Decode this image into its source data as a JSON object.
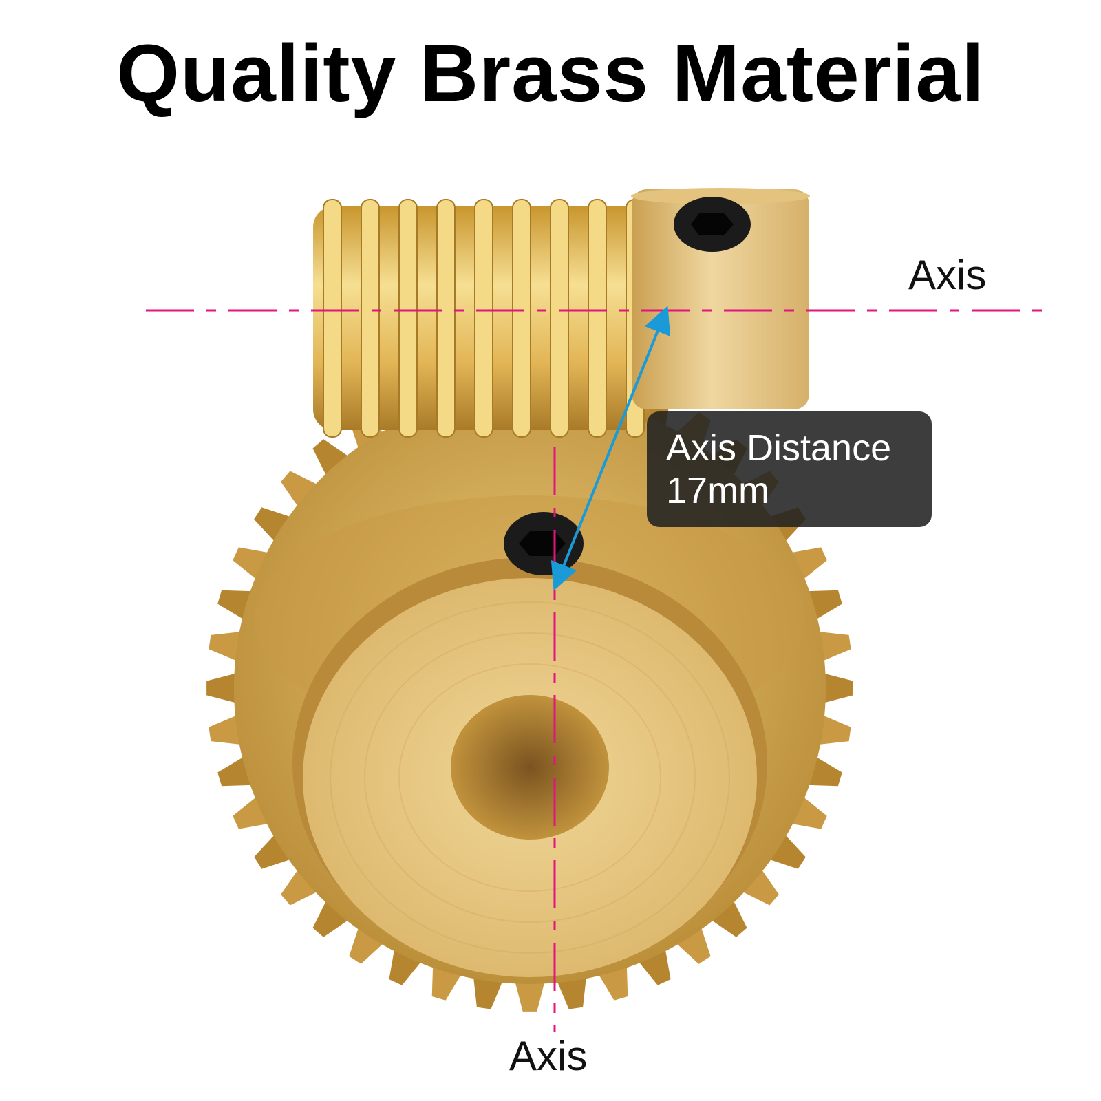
{
  "title": "Quality Brass Material",
  "labels": {
    "horizontal_axis": "Axis",
    "vertical_axis": "Axis",
    "axis_distance_label": "Axis Distance",
    "axis_distance_value": "17mm"
  },
  "colors": {
    "axis_line": "#e0157f",
    "distance_arrow": "#1a9ad6",
    "brass_light": "#f3d58a",
    "brass_mid": "#d9ac4e",
    "brass_dark": "#9a7024",
    "callout_bg": "#222222"
  }
}
